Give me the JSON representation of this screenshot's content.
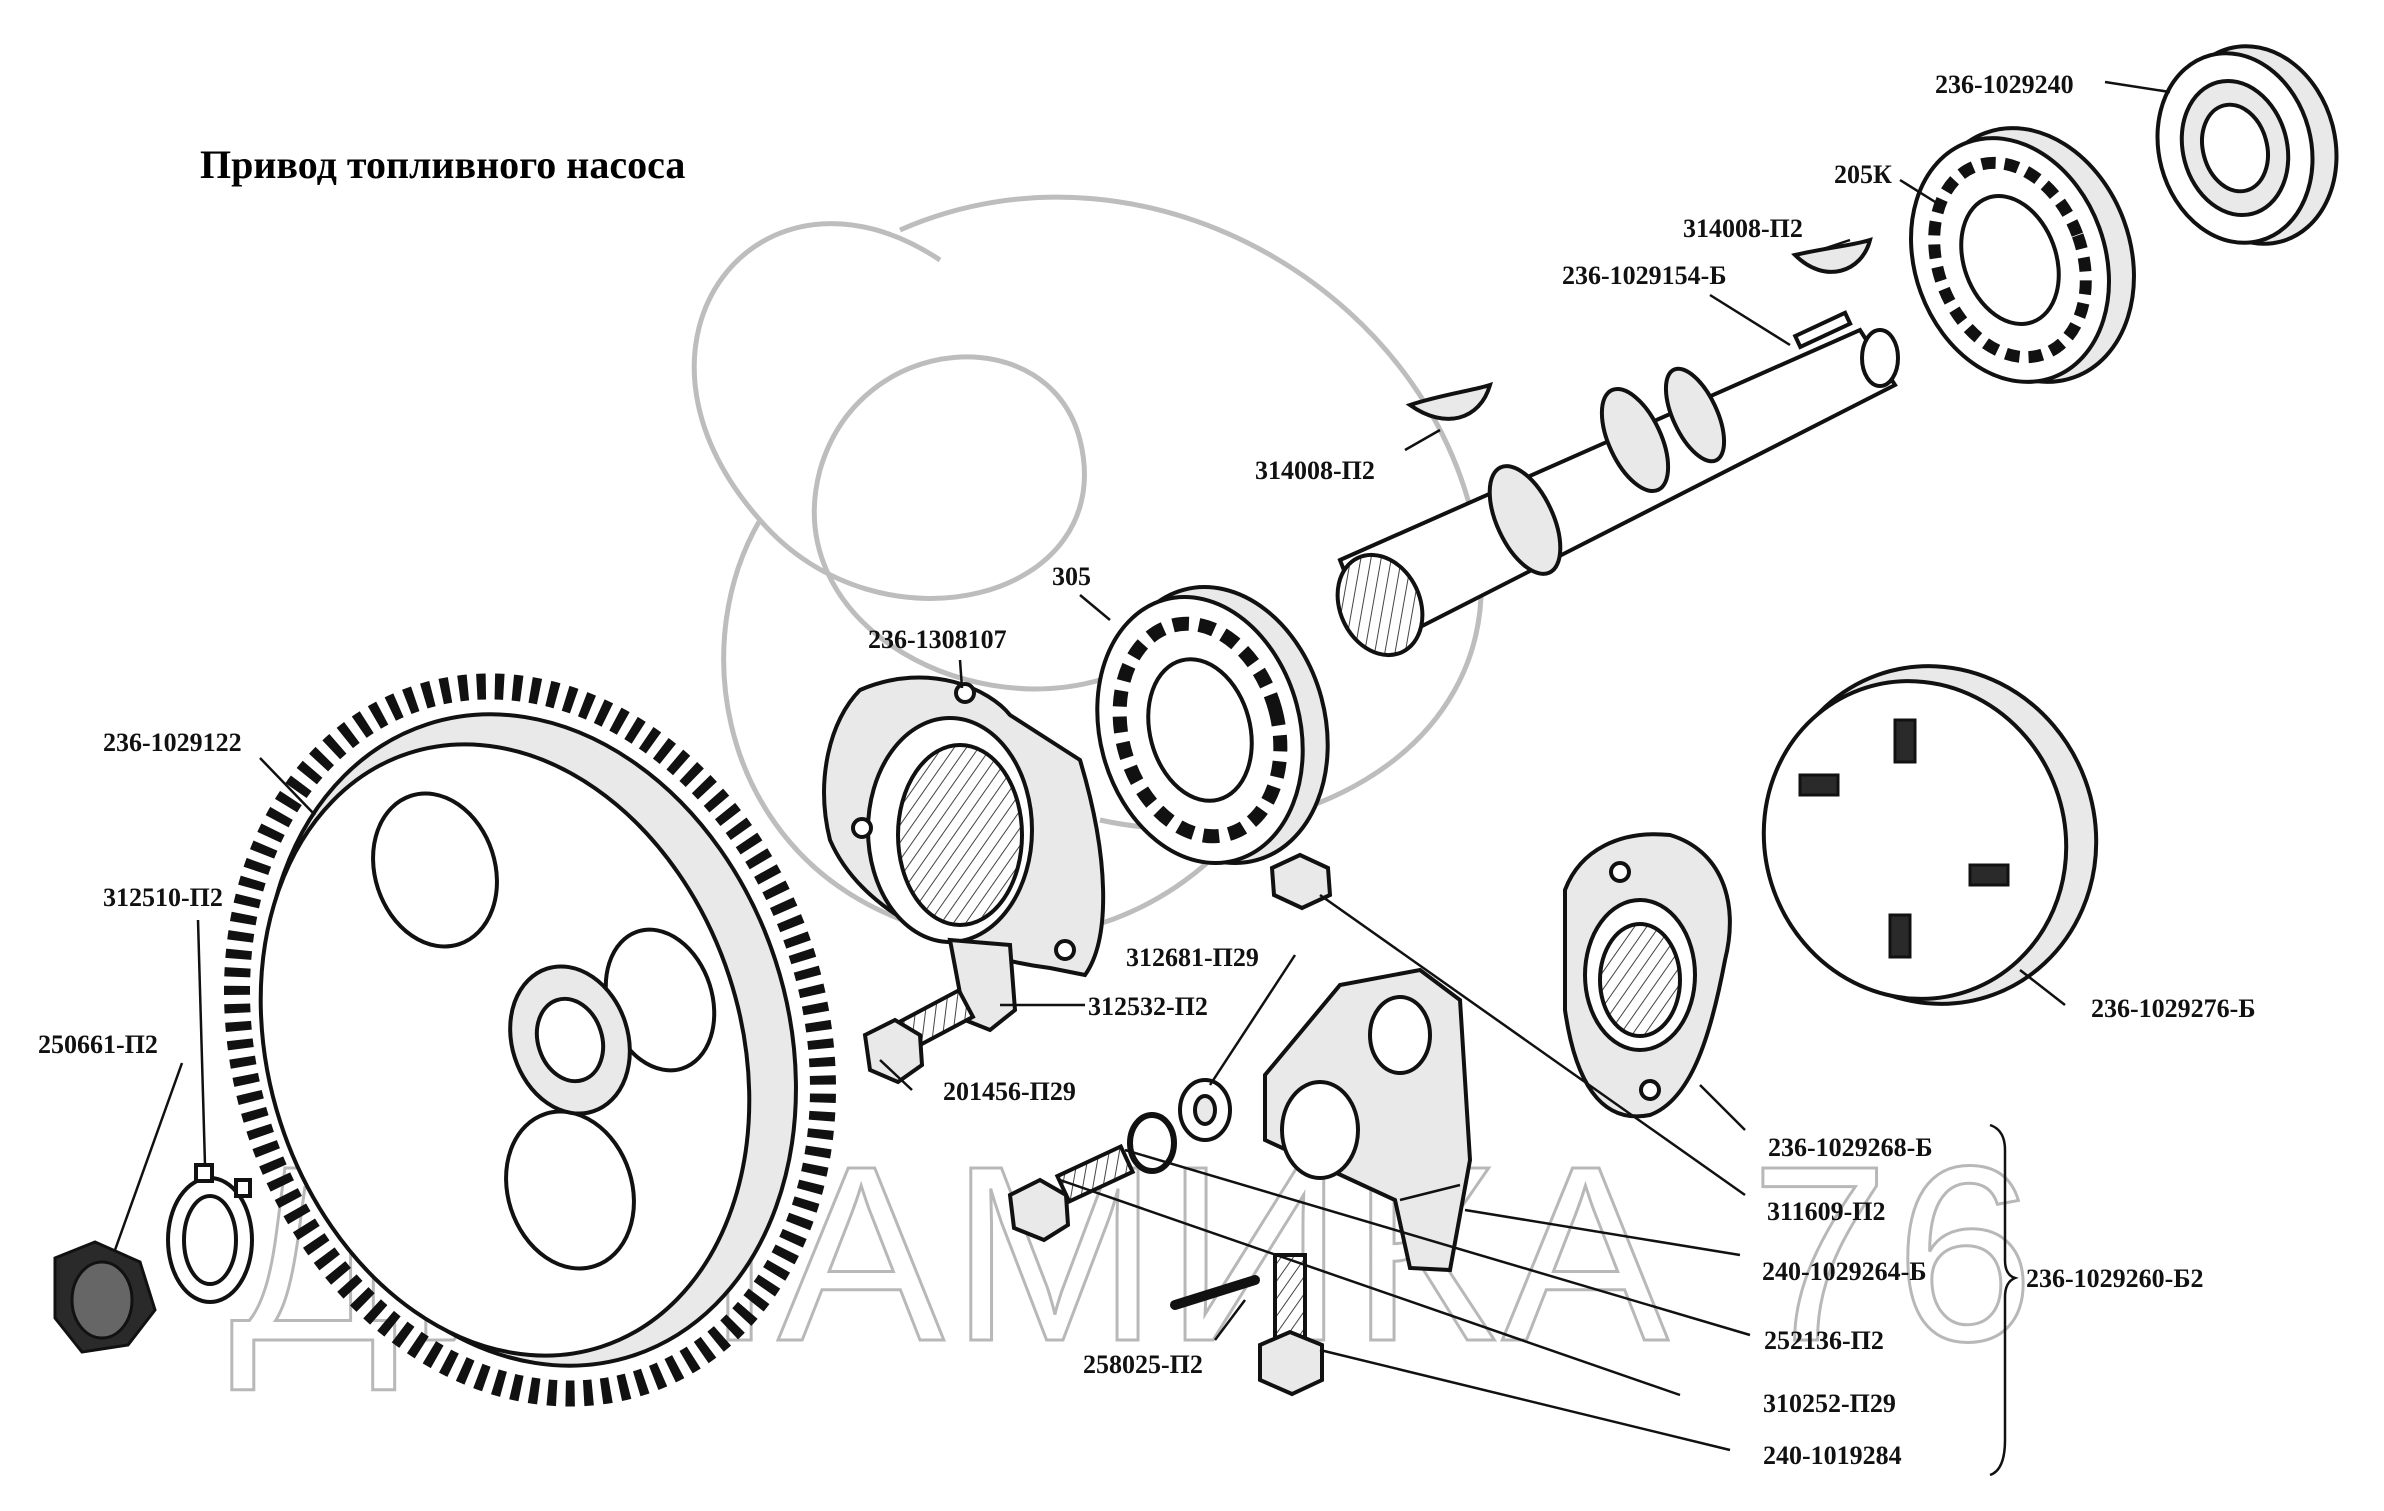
{
  "title": "Привод топливного насоса",
  "watermark": "ДИНАМИКА 76",
  "labels": {
    "p236_1029240": "236-1029240",
    "p205k": "205К",
    "p314008_top": "314008-П2",
    "p236_1029154b": "236-1029154-Б",
    "p314008_mid": "314008-П2",
    "p305": "305",
    "p236_1308107": "236-1308107",
    "p236_1029122": "236-1029122",
    "p312510": "312510-П2",
    "p250661": "250661-П2",
    "p312681": "312681-П29",
    "p312532": "312532-П2",
    "p201456": "201456-П29",
    "p236_1029276b": "236-1029276-Б",
    "p236_1029268b": "236-1029268-Б",
    "p311609": "311609-П2",
    "p240_1029264b": "240-1029264-Б",
    "p236_1029260b2": "236-1029260-Б2",
    "p252136": "252136-П2",
    "p258025": "258025-П2",
    "p310252": "310252-П29",
    "p240_1019284": "240-1019284"
  },
  "colors": {
    "ink": "#111111",
    "watermark": "#b8b8b8",
    "background": "#ffffff"
  }
}
